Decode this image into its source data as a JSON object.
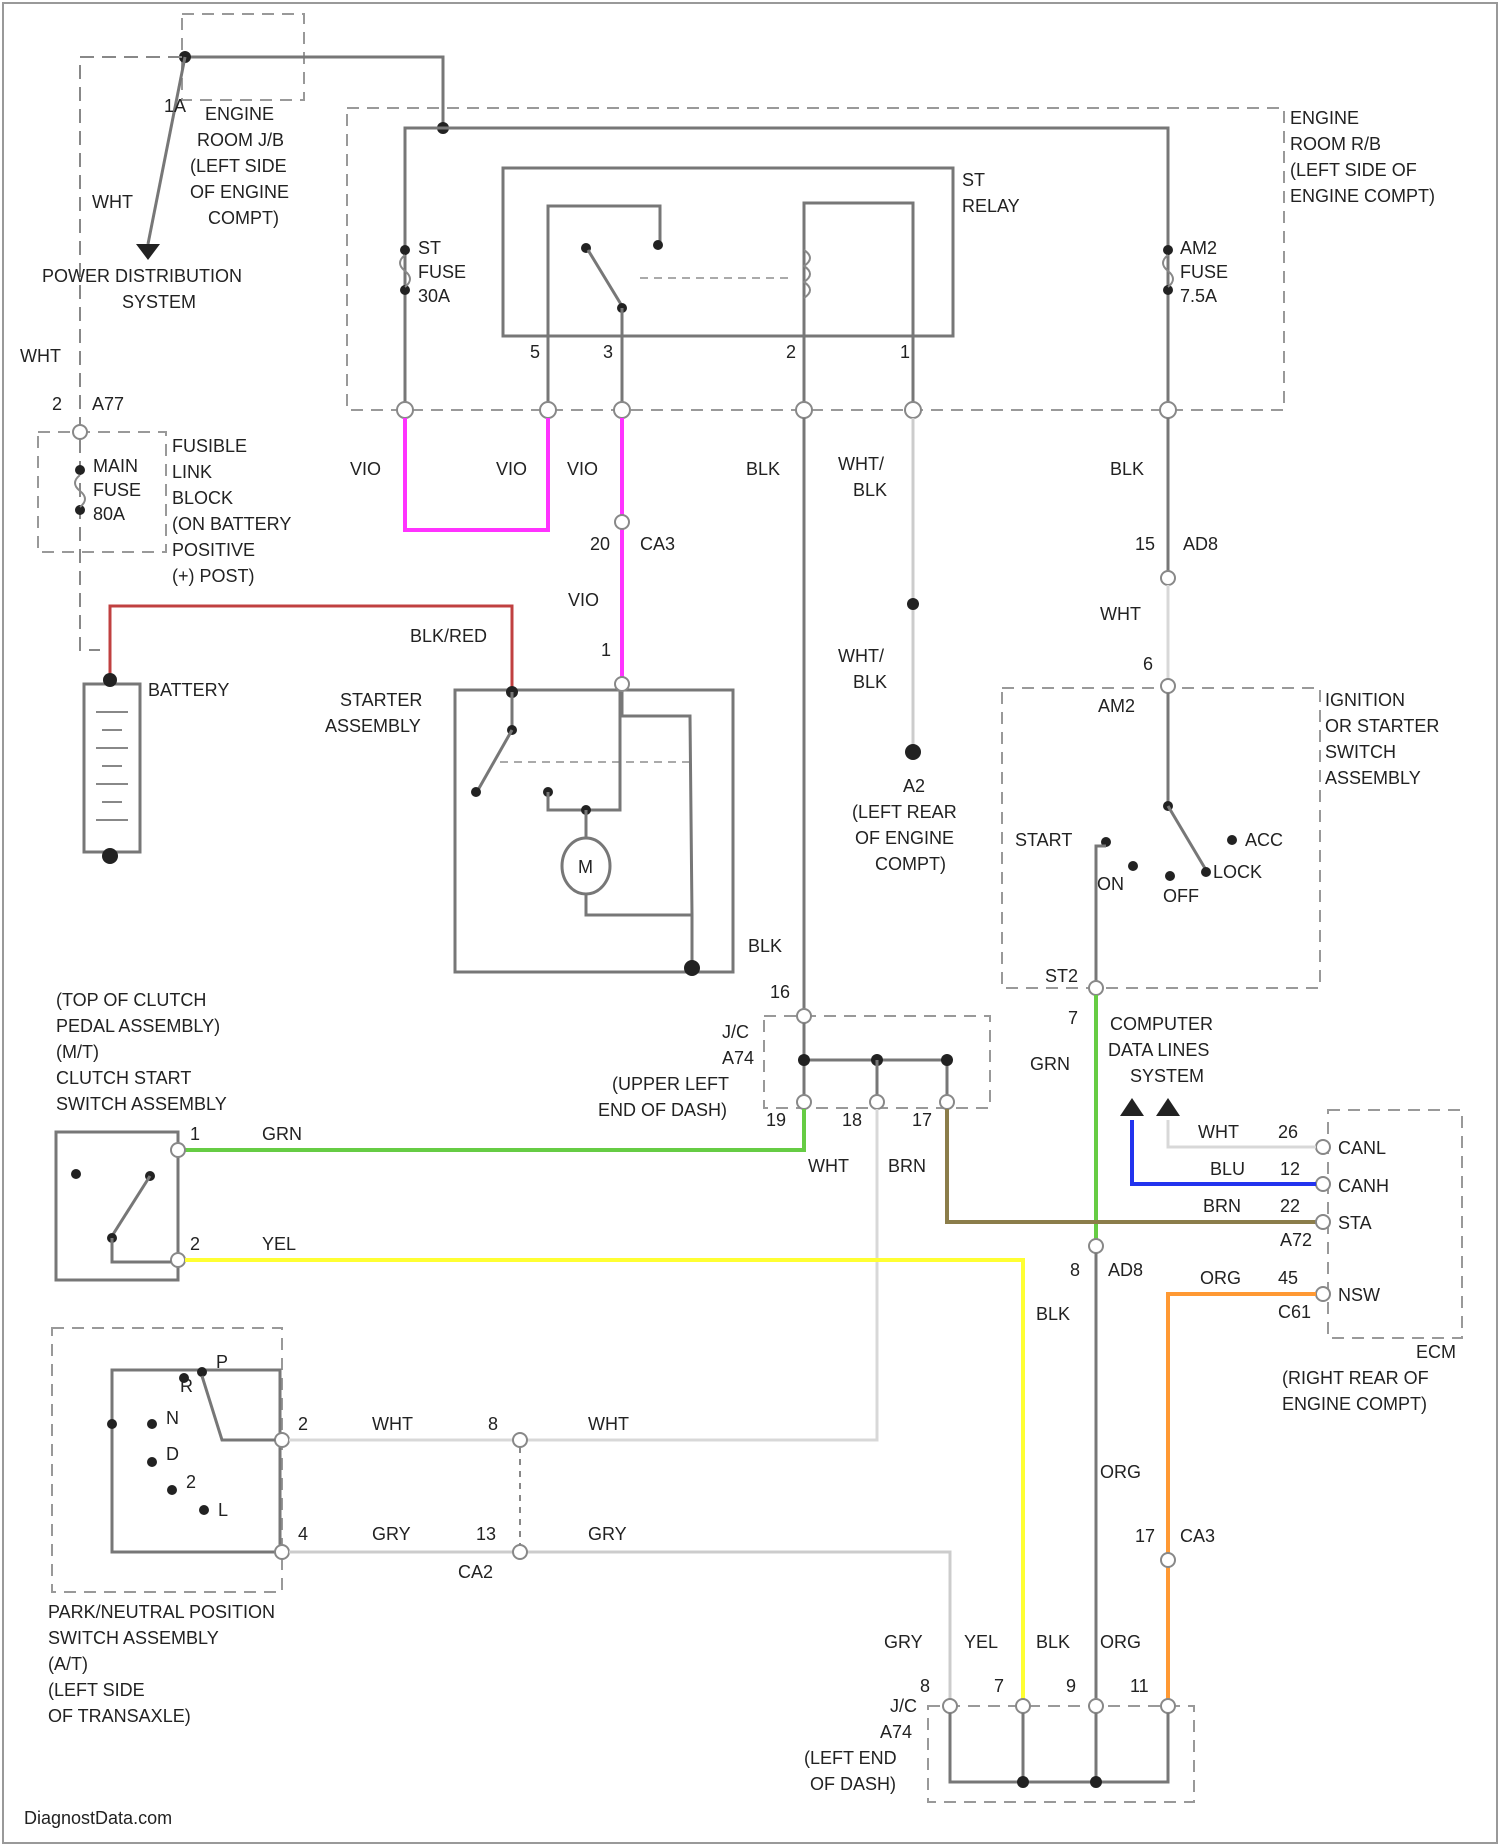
{
  "labels": {
    "engine_room_jb": [
      "ENGINE",
      "ROOM J/B",
      "(LEFT SIDE",
      "OF ENGINE",
      "COMPT)"
    ],
    "engine_room_rb": [
      "ENGINE",
      "ROOM R/B",
      "(LEFT SIDE OF",
      "ENGINE COMPT)"
    ],
    "st_relay": [
      "ST",
      "RELAY"
    ],
    "st_fuse": [
      "ST",
      "FUSE",
      "30A"
    ],
    "am2_fuse": [
      "AM2",
      "FUSE",
      "7.5A"
    ],
    "power_distribution": [
      "POWER DISTRIBUTION",
      "SYSTEM"
    ],
    "fusible_link": [
      "FUSIBLE",
      "LINK",
      "BLOCK",
      "(ON BATTERY",
      "POSITIVE",
      "(+) POST)"
    ],
    "main_fuse": [
      "MAIN",
      "FUSE",
      "80A"
    ],
    "battery": "BATTERY",
    "starter_assembly": [
      "STARTER",
      "ASSEMBLY"
    ],
    "motor": "M",
    "ground_a2": [
      "A2",
      "(LEFT REAR",
      "OF ENGINE",
      "COMPT)"
    ],
    "ignition_switch": [
      "IGNITION",
      "OR STARTER",
      "SWITCH",
      "ASSEMBLY"
    ],
    "ign_positions": {
      "am2": "AM2",
      "start": "START",
      "on": "ON",
      "off": "OFF",
      "acc": "ACC",
      "lock": "LOCK",
      "st2": "ST2"
    },
    "computer_data_lines": [
      "COMPUTER",
      "DATA LINES",
      "SYSTEM"
    ],
    "clutch_switch": [
      "(TOP OF CLUTCH",
      "PEDAL ASSEMBLY)",
      "(M/T)",
      "CLUTCH START",
      "SWITCH ASSEMBLY"
    ],
    "jc_a74_upper": [
      "J/C",
      "A74",
      "(UPPER LEFT",
      "END OF DASH)"
    ],
    "jc_a74_lower": [
      "J/C",
      "A74",
      "(LEFT END",
      "OF DASH)"
    ],
    "ecm": [
      "ECM",
      "(RIGHT REAR OF",
      "ENGINE COMPT)"
    ],
    "ecm_pins": {
      "canl": "CANL",
      "canh": "CANH",
      "sta": "STA",
      "nsw": "NSW"
    },
    "pnp_switch": [
      "PARK/NEUTRAL POSITION",
      "SWITCH ASSEMBLY",
      "(A/T)",
      "(LEFT SIDE",
      "OF TRANSAXLE)"
    ],
    "pnp_positions": {
      "p": "P",
      "r": "R",
      "n": "N",
      "d": "D",
      "two": "2",
      "l": "L"
    },
    "watermark": "DiagnostData.com"
  },
  "wire_colors": {
    "wht": "WHT",
    "vio": "VIO",
    "blk": "BLK",
    "wht_blk": [
      "WHT/",
      "BLK"
    ],
    "blk_red": "BLK/RED",
    "grn": "GRN",
    "yel": "YEL",
    "brn": "BRN",
    "gry": "GRY",
    "org": "ORG",
    "blu": "BLU"
  },
  "connectors": {
    "c1a": "1A",
    "a77": "A77",
    "a77_pin": "2",
    "ca3": "CA3",
    "ca3_pin_20": "20",
    "starter_pin": "1",
    "relay_pins": [
      "5",
      "3",
      "2",
      "1"
    ],
    "ad8": "AD8",
    "ad8_pin_top": "15",
    "ign_pin_top": "6",
    "ign_pin_bottom": "7",
    "a74_pin_16": "16",
    "a74_pin_19": "19",
    "a74_pin_18": "18",
    "a74_pin_17": "17",
    "ad8_lower": "AD8",
    "ad8_lower_pin": "8",
    "a72": "A72",
    "c61": "C61",
    "ecm_pin_26": "26",
    "ecm_pin_12": "12",
    "ecm_pin_22": "22",
    "ecm_pin_45": "45",
    "clutch_pin_1": "1",
    "clutch_pin_2": "2",
    "pnp_pin_2": "2",
    "pnp_pin_4": "4",
    "mid_pin_8": "8",
    "mid_pin_13": "13",
    "ca2": "CA2",
    "ca3_lower_pin": "17",
    "ca3_lower": "CA3",
    "lower_pins": [
      "8",
      "7",
      "9",
      "11"
    ]
  },
  "colors": {
    "vio": "#ff33ff",
    "grn": "#66cc44",
    "yel": "#ffff33",
    "brn": "#8b7d4a",
    "org": "#ff9933",
    "blu": "#2233ee",
    "blk_red": "#c04040",
    "wire": "#777777",
    "wht": "#d8d8d8"
  }
}
